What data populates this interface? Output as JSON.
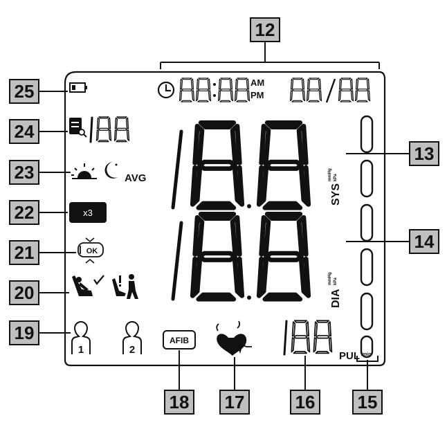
{
  "callouts": {
    "c12": "12",
    "c13": "13",
    "c14": "14",
    "c15": "15",
    "c16": "16",
    "c17": "17",
    "c18": "18",
    "c19": "19",
    "c20": "20",
    "c21": "21",
    "c22": "22",
    "c23": "23",
    "c24": "24",
    "c25": "25"
  },
  "lcd_text": {
    "am": "AM",
    "pm": "PM",
    "avg": "AVG",
    "x3": "x3",
    "ok": "OK",
    "afib": "AFIB",
    "sys": "SYS",
    "dia": "DIA",
    "pul": "PUL",
    "unit_mmhg": "mmHg",
    "unit_kpa": "kPa",
    "unit_min": "/min",
    "user1": "1",
    "user2": "2"
  },
  "colors": {
    "callout_fill": "#bfbfbf",
    "ink": "#111111"
  },
  "icons": [
    "battery-icon",
    "clock-icon",
    "memory-icon",
    "morning-icon",
    "evening-icon",
    "posture-ok-icon",
    "posture-wrong-icon",
    "user-1-icon",
    "user-2-icon",
    "irregular-heartbeat-icon"
  ]
}
